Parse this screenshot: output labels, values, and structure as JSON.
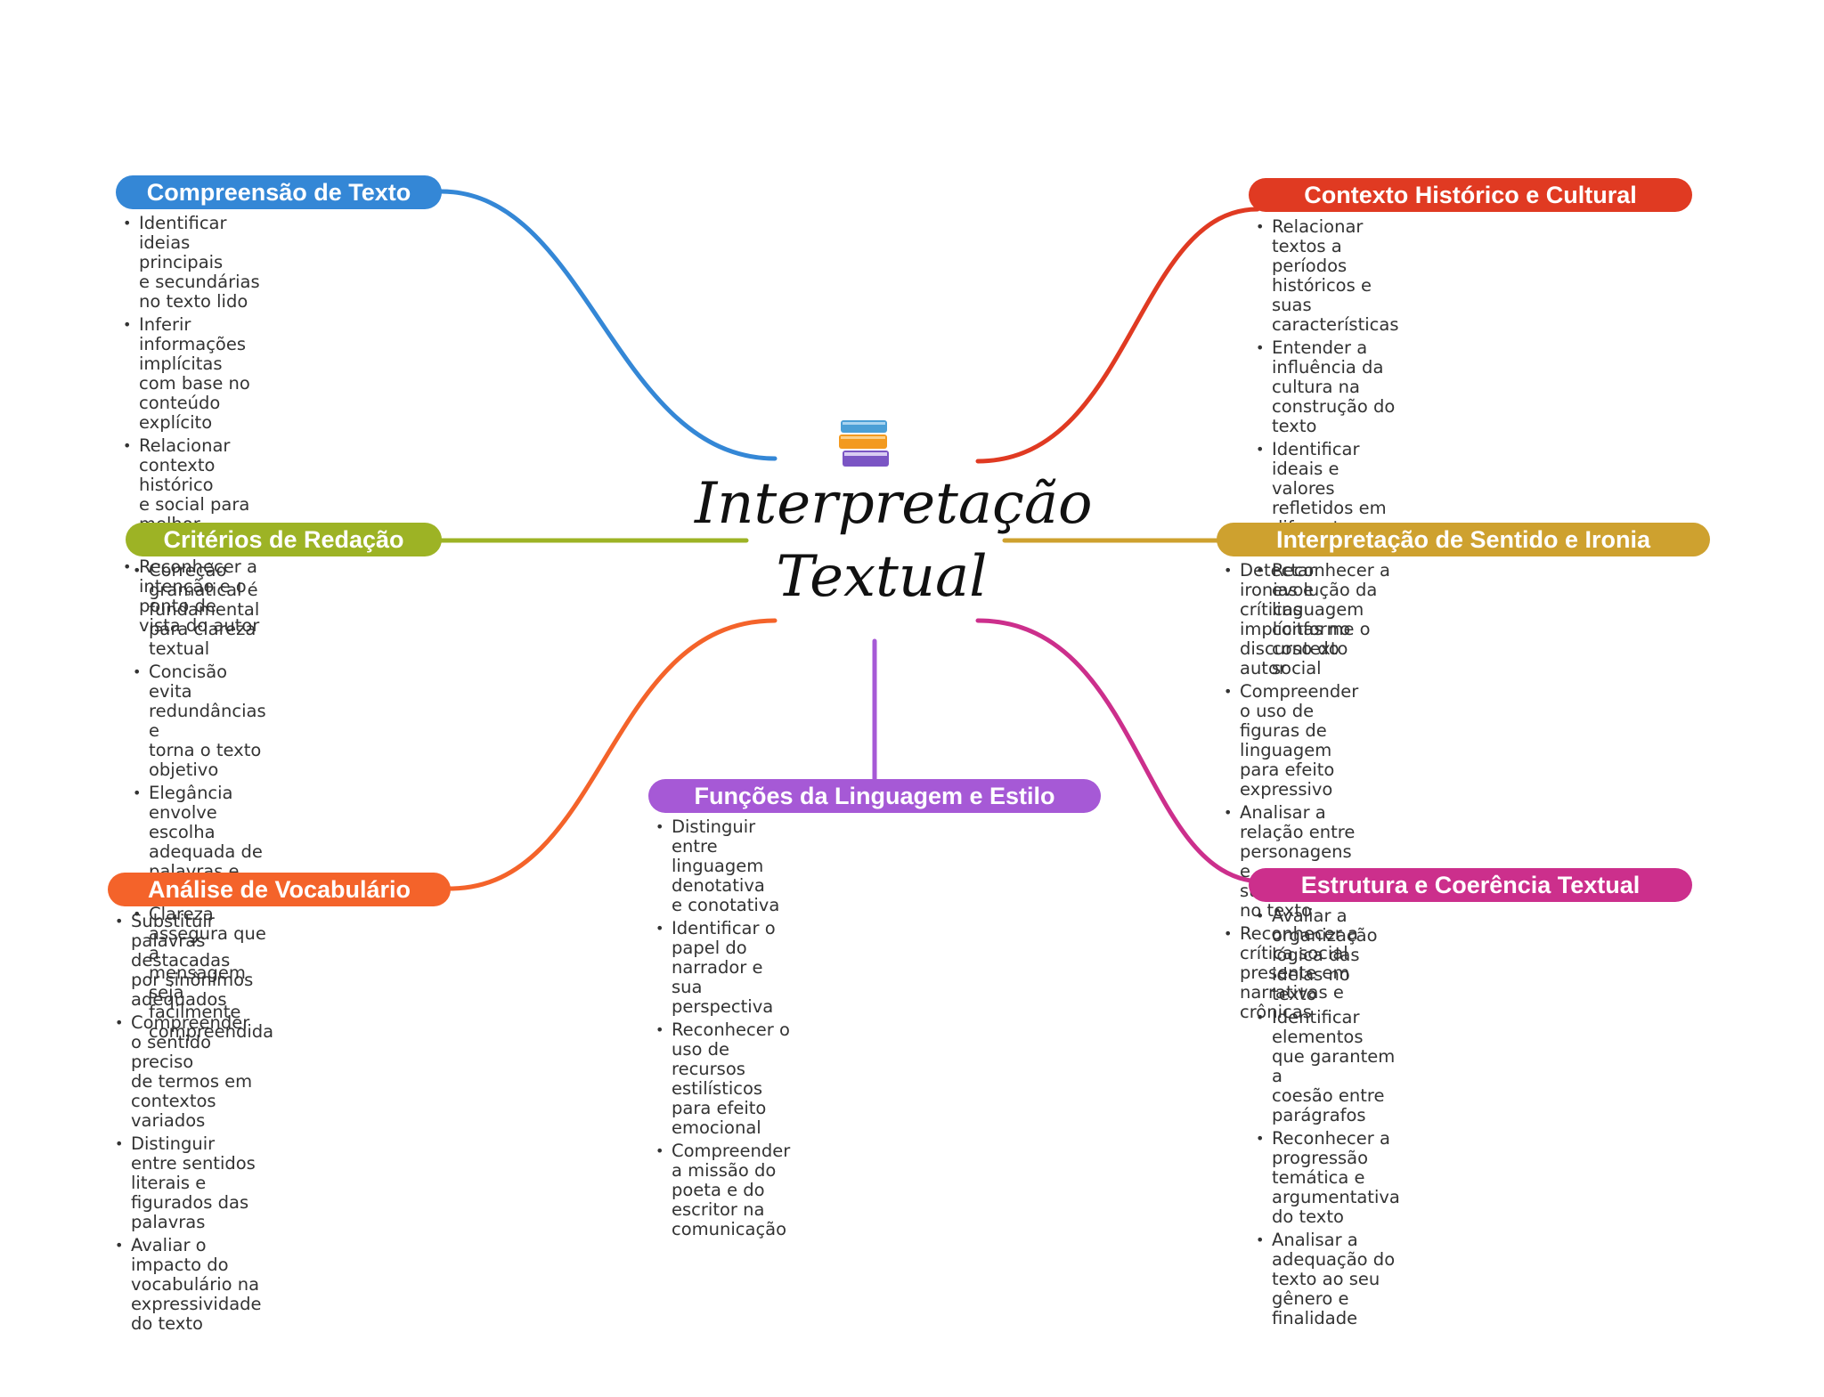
{
  "central": {
    "line1": "Interpretação",
    "line2": "Textual",
    "icon": "books-icon"
  },
  "branches": {
    "compreensao": {
      "title": "Compreensão de Texto",
      "color": "#3487d6",
      "items": [
        "Identificar ideias principais\ne secundárias no texto lido",
        "Inferir informações implícitas\ncom base no conteúdo explícito",
        "Relacionar contexto histórico\ne social para melhor\nentendimento",
        "Reconhecer a intenção e o\nponto de vista do autor"
      ]
    },
    "contexto": {
      "title": "Contexto Histórico e Cultural",
      "color": "#e03a22",
      "items": [
        "Relacionar textos a períodos\nhistóricos e suas características",
        "Entender a influência da cultura na\nconstrução do texto",
        "Identificar ideais e valores\nrefletidos em diferentes épocas",
        "Reconhecer a evolução da linguagem\nconforme o contexto social"
      ]
    },
    "criterios": {
      "title": "Critérios de Redação",
      "color": "#9db325",
      "items": [
        "Correção gramatical é\nfundamental para clareza\ntextual",
        "Concisão evita redundâncias e\ntorna o texto objetivo",
        "Elegância envolve escolha\nadequada de palavras e estilo",
        "Clareza assegura que a\nmensagem seja facilmente\ncompreendida"
      ]
    },
    "sentido": {
      "title": "Interpretação de Sentido e Ironia",
      "color": "#cea12f",
      "items": [
        "Detectar ironias e críticas implícitas no\ndiscurso do autor",
        "Compreender o uso de figuras de linguagem\npara efeito expressivo",
        "Analisar a relação entre personagens e\nsuas atitudes no texto",
        "Reconhecer a crítica social presente em\nnarrativas e crônicas"
      ]
    },
    "funcoes": {
      "title": "Funções da Linguagem e Estilo",
      "color": "#a659d6",
      "items": [
        "Distinguir entre linguagem denotativa\ne conotativa",
        "Identificar o papel do narrador e sua\nperspectiva",
        "Reconhecer o uso de recursos\nestilísticos para efeito emocional",
        "Compreender a missão do poeta e do\nescritor na comunicação"
      ]
    },
    "vocabulario": {
      "title": "Análise de Vocabulário",
      "color": "#f4632a",
      "items": [
        "Substituir palavras destacadas\npor sinônimos adequados",
        "Compreender o sentido preciso\nde termos em contextos variados",
        "Distinguir entre sentidos\nliterais e figurados das\npalavras",
        "Avaliar o impacto do\nvocabulário na expressividade\ndo texto"
      ]
    },
    "estrutura": {
      "title": "Estrutura e Coerência Textual",
      "color": "#cc2f8c",
      "items": [
        "Avaliar a organização lógica das\nideias no texto",
        "Identificar elementos que garantem a\ncoesão entre parágrafos",
        "Reconhecer a progressão temática e\nargumentativa do texto",
        "Analisar a adequação do texto ao seu\ngênero e finalidade"
      ]
    }
  }
}
